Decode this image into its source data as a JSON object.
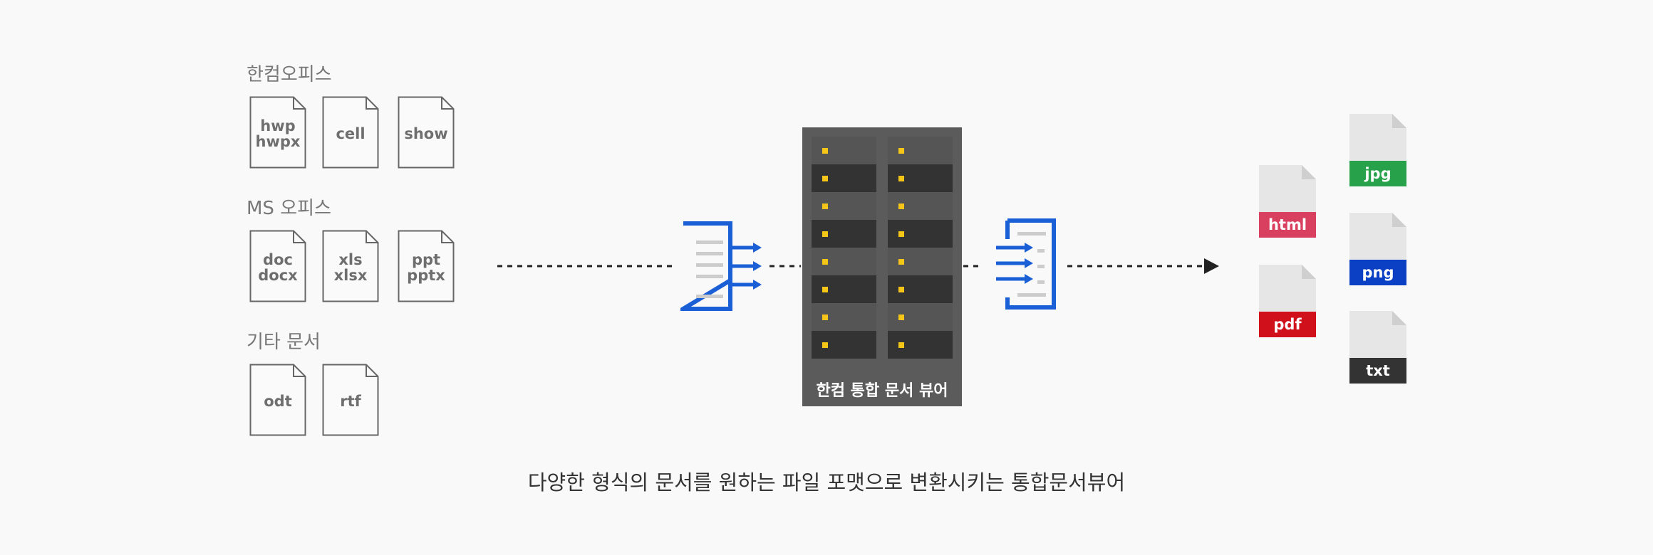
{
  "colors": {
    "background": "#f9f9f9",
    "file_outline": "#666666",
    "file_text": "#6e6e6e",
    "label_text": "#777777",
    "arrow_blue": "#1a5fd6",
    "server_body": "#5b5b5b",
    "server_slot_light": "#555555",
    "server_slot_dark": "#333333",
    "server_led": "#f5c518",
    "badge_html": "#d9405f",
    "badge_pdf": "#d0101a",
    "badge_jpg": "#27a24a",
    "badge_png": "#0b3fc4",
    "badge_txt": "#333333"
  },
  "input_groups": [
    {
      "label": "한컴오피스",
      "files": [
        {
          "lines": [
            "hwp",
            "hwpx"
          ]
        },
        {
          "lines": [
            "cell"
          ]
        },
        {
          "lines": [
            "show"
          ]
        }
      ]
    },
    {
      "label": "MS 오피스",
      "files": [
        {
          "lines": [
            "doc",
            "docx"
          ]
        },
        {
          "lines": [
            "xls",
            "xlsx"
          ]
        },
        {
          "lines": [
            "ppt",
            "pptx"
          ]
        }
      ]
    },
    {
      "label": "기타 문서",
      "files": [
        {
          "lines": [
            "odt"
          ]
        },
        {
          "lines": [
            "rtf"
          ]
        }
      ]
    }
  ],
  "server": {
    "label": "한컴 통합 문서 뷰어",
    "slot_rows": 8
  },
  "outputs": [
    {
      "format": "html",
      "color_key": "badge_html"
    },
    {
      "format": "pdf",
      "color_key": "badge_pdf"
    },
    {
      "format": "jpg",
      "color_key": "badge_jpg"
    },
    {
      "format": "png",
      "color_key": "badge_png"
    },
    {
      "format": "txt",
      "color_key": "badge_txt"
    }
  ],
  "icons": {
    "input_document": "document-arrows-out-icon",
    "output_document": "document-arrows-in-icon",
    "flow_arrow": "arrowhead-icon",
    "file": "file-page-icon"
  },
  "caption": "다양한 형식의 문서를 원하는 파일 포맷으로 변환시키는 통합문서뷰어"
}
